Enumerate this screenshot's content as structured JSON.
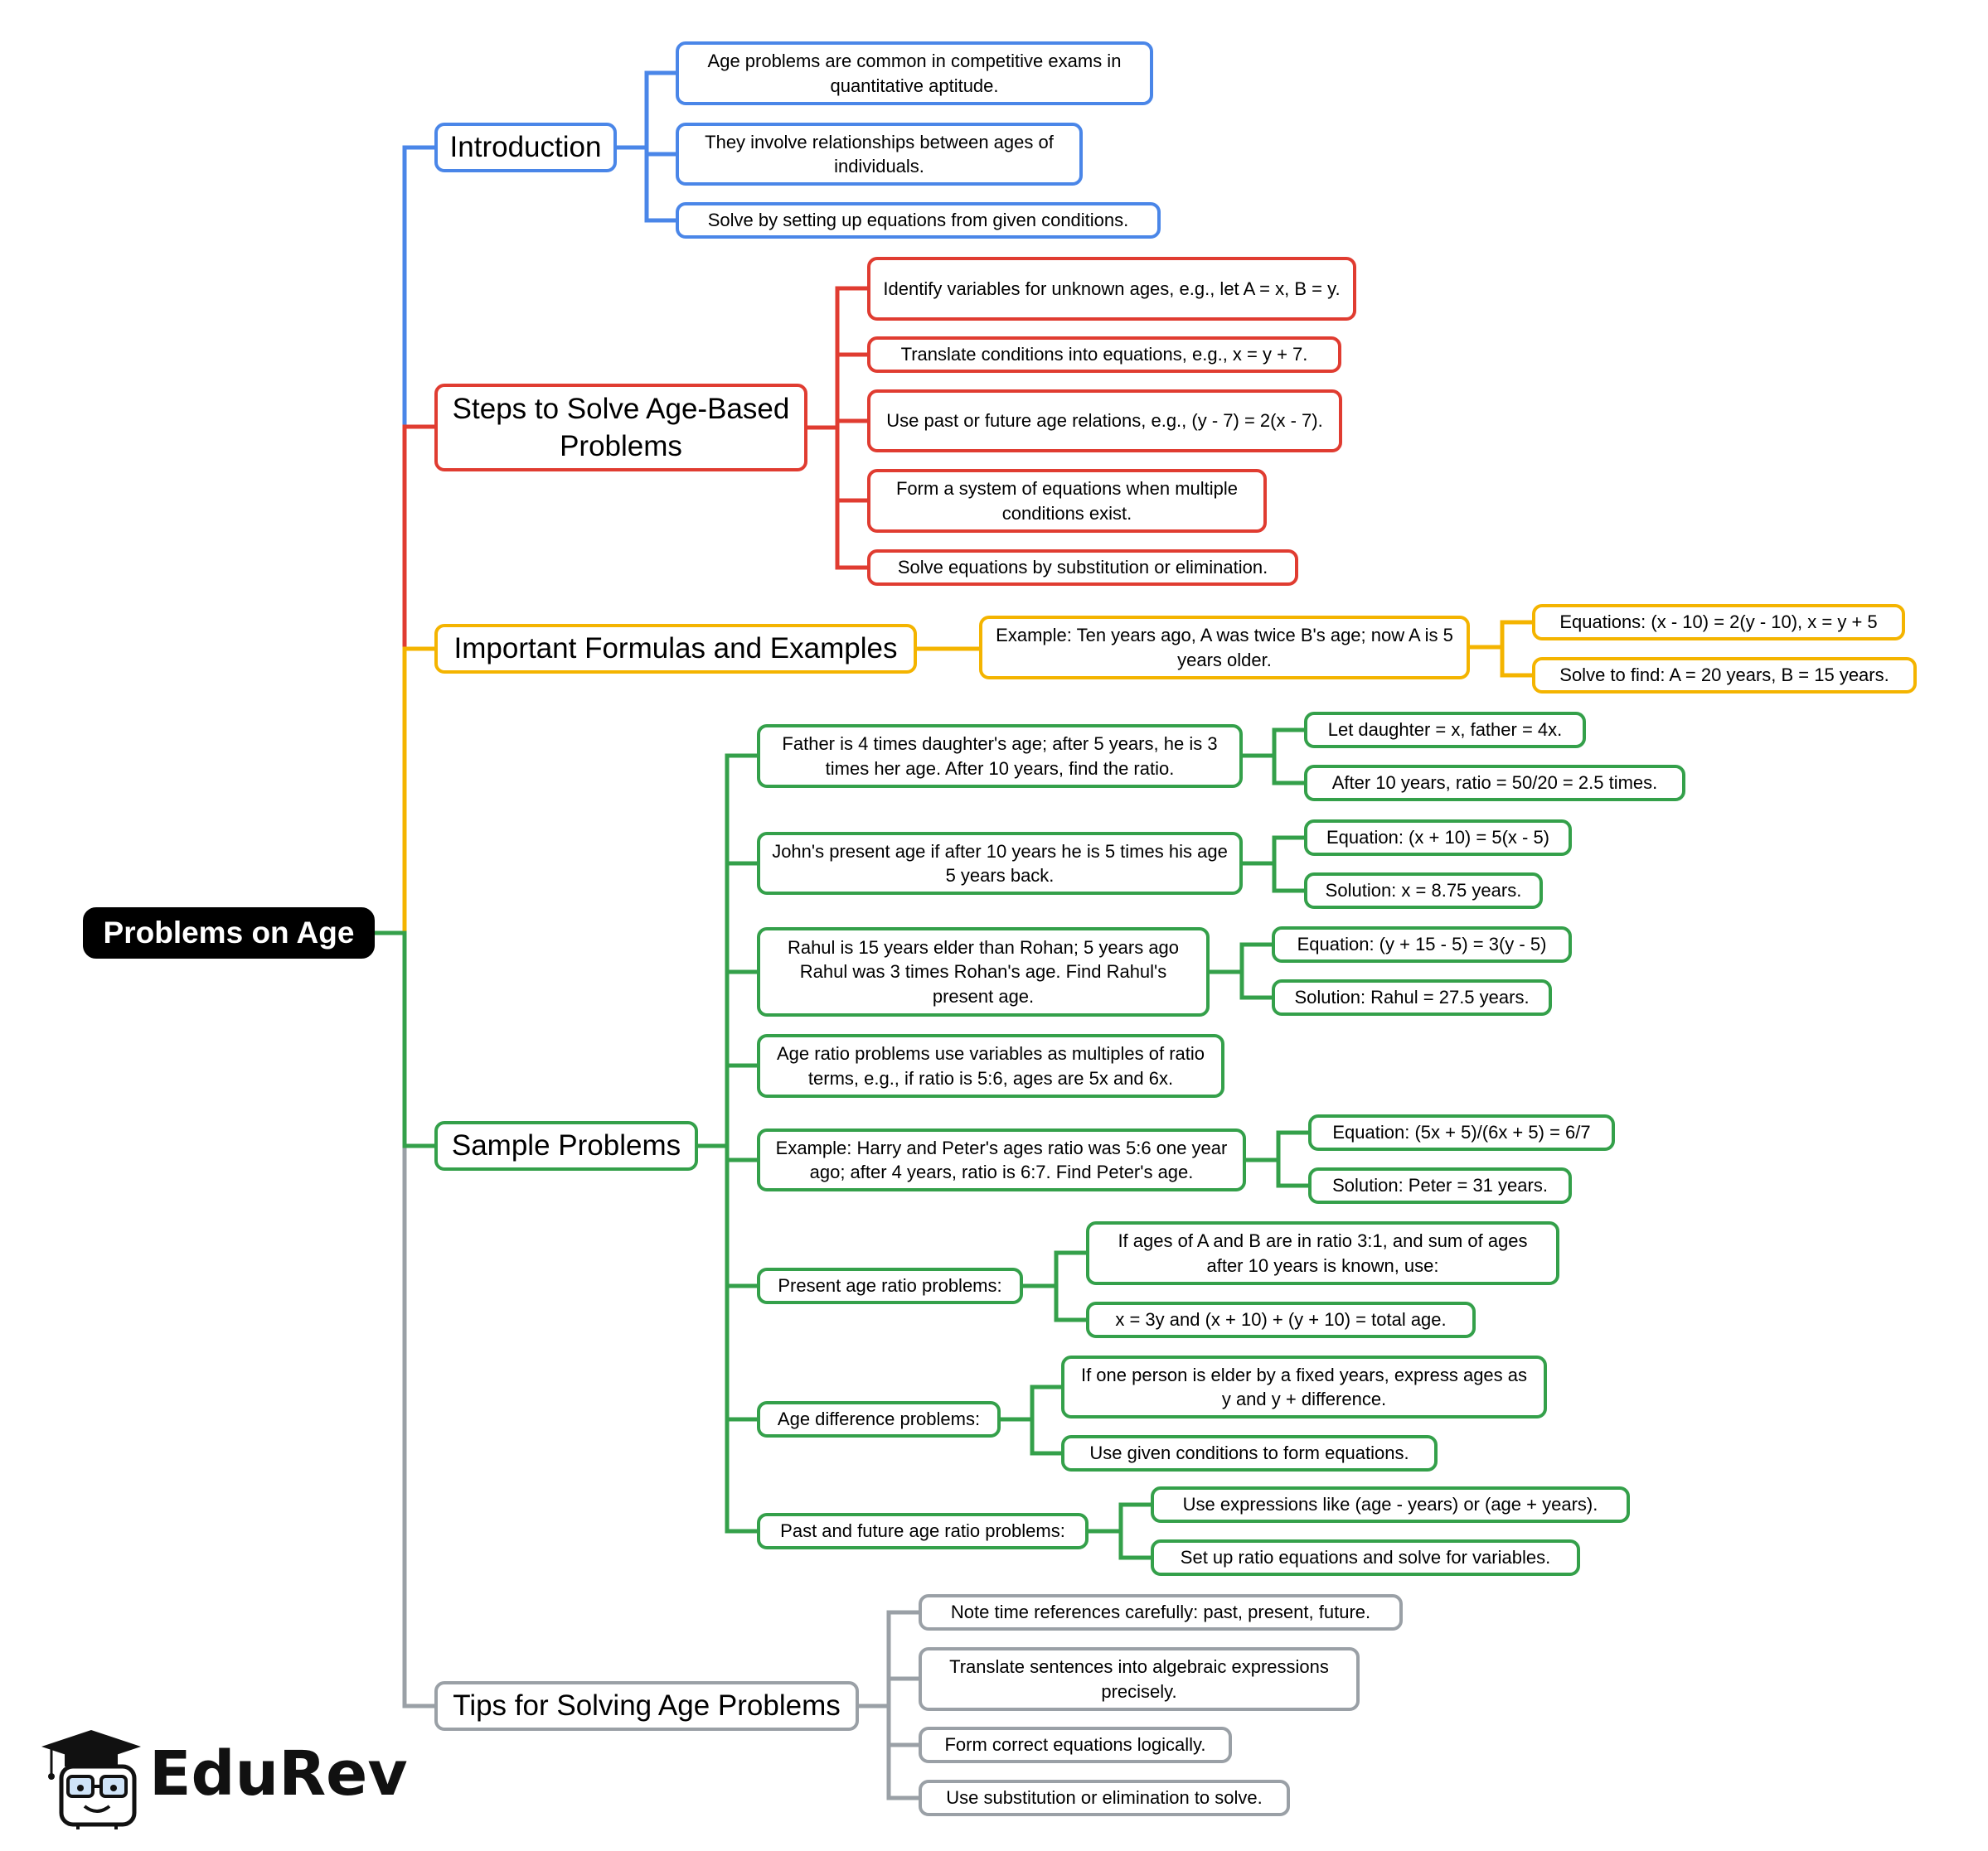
{
  "colors": {
    "introduction": "#4a86e8",
    "steps": "#e03c31",
    "formulas": "#f4b400",
    "samples": "#34a04a",
    "tips": "#9aa0a6",
    "root": "#000000"
  },
  "root": {
    "label": "Problems on Age"
  },
  "introduction": {
    "label": "Introduction",
    "items": [
      "Age problems are common in competitive exams in quantitative aptitude.",
      "They involve relationships between ages of individuals.",
      "Solve by setting up equations from given conditions."
    ]
  },
  "steps": {
    "label": "Steps to Solve Age-Based Problems",
    "items": [
      "Identify variables for unknown ages, e.g., let A = x, B = y.",
      "Translate conditions into equations, e.g., x = y + 7.",
      "Use past or future age relations, e.g., (y - 7) = 2(x - 7).",
      "Form a system of equations when multiple conditions exist.",
      "Solve equations by substitution or elimination."
    ]
  },
  "formulas": {
    "label": "Important Formulas and Examples",
    "example": "Example: Ten years ago, A was twice B's age; now A is 5 years older.",
    "details": [
      "Equations: (x - 10) = 2(y - 10), x = y + 5",
      "Solve to find: A = 20 years, B = 15 years."
    ]
  },
  "samples": {
    "label": "Sample Problems",
    "items": [
      {
        "text": "Father is 4 times daughter's age; after 5 years, he is 3 times her age. After 10 years, find the ratio.",
        "children": [
          "Let daughter = x, father = 4x.",
          "After 10 years, ratio = 50/20 = 2.5 times."
        ]
      },
      {
        "text": "John's present age if after 10 years he is 5 times his age 5 years back.",
        "children": [
          "Equation: (x + 10) = 5(x - 5)",
          "Solution: x = 8.75 years."
        ]
      },
      {
        "text": "Rahul is 15 years elder than Rohan; 5 years ago Rahul was 3 times Rohan's age. Find Rahul's present age.",
        "children": [
          "Equation: (y + 15 - 5) = 3(y - 5)",
          "Solution: Rahul = 27.5 years."
        ]
      },
      {
        "text": "Age ratio problems use variables as multiples of ratio terms, e.g., if ratio is 5:6, ages are 5x and 6x.",
        "children": []
      },
      {
        "text": "Example: Harry and Peter's ages ratio was 5:6 one year ago; after 4 years, ratio is 6:7. Find Peter's age.",
        "children": [
          "Equation: (5x + 5)/(6x + 5) = 6/7",
          "Solution: Peter = 31 years."
        ]
      },
      {
        "text": "Present age ratio problems:",
        "children": [
          "If ages of A and B are in ratio 3:1, and sum of ages after 10 years is known, use:",
          "x = 3y and (x + 10) + (y + 10) = total age."
        ]
      },
      {
        "text": "Age difference problems:",
        "children": [
          "If one person is elder by a fixed years, express ages as y and y + difference.",
          "Use given conditions to form equations."
        ]
      },
      {
        "text": "Past and future age ratio problems:",
        "children": [
          "Use expressions like (age - years) or (age + years).",
          "Set up ratio equations and solve for variables."
        ]
      }
    ]
  },
  "tips": {
    "label": "Tips for Solving Age Problems",
    "items": [
      "Note time references carefully: past, present, future.",
      "Translate sentences into algebraic expressions precisely.",
      "Form correct equations logically.",
      "Use substitution or elimination to solve."
    ]
  },
  "logo": {
    "text": "EduRev",
    "icon": "graduation-cap-mascot-icon"
  }
}
